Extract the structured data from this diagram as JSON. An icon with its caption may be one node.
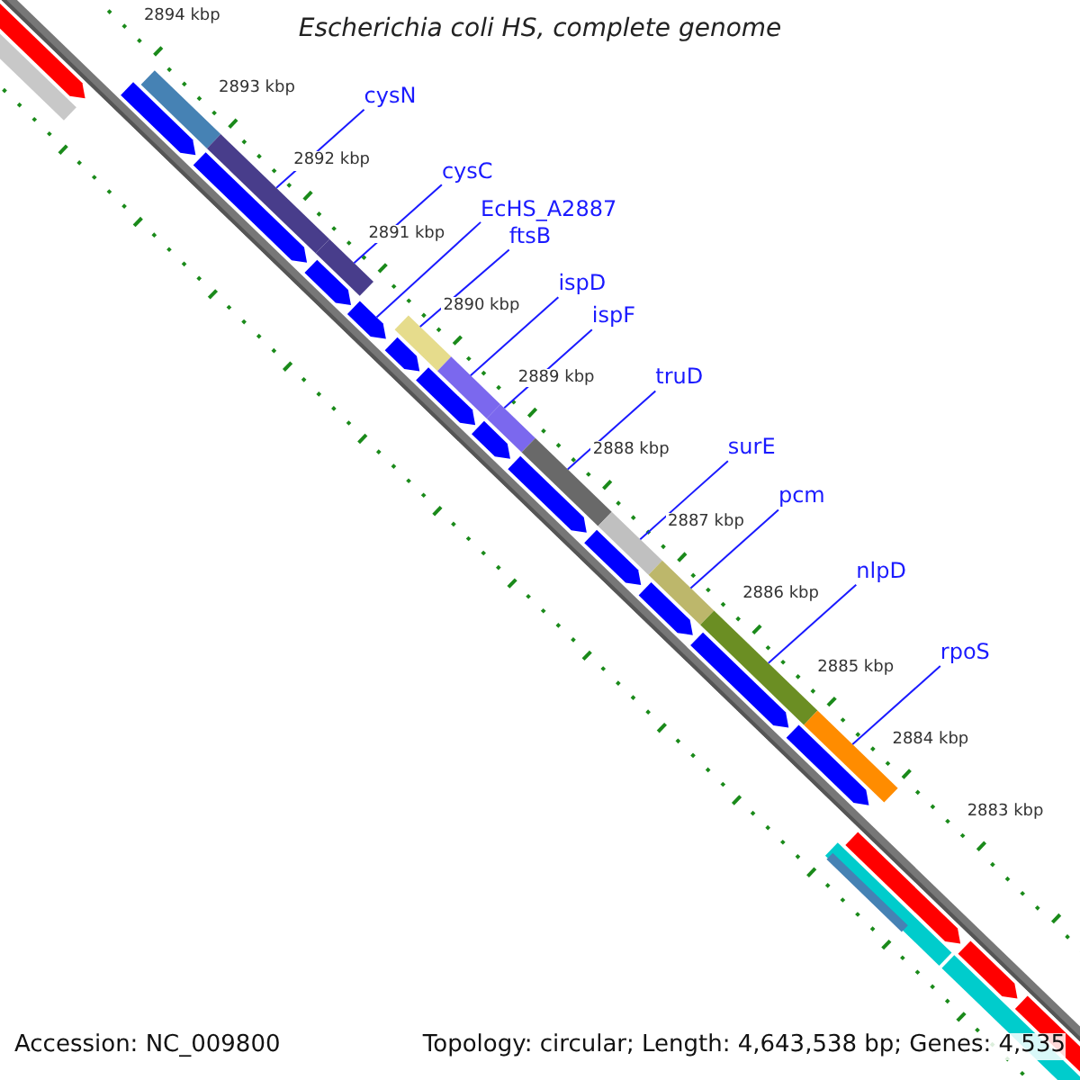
{
  "diagram": {
    "title": "Escherichia coli HS, complete genome",
    "nodes": [
      {
        "text": [
          "cysN"
        ]
      },
      {
        "text": [
          "cysC"
        ]
      },
      {
        "text": [
          "EcHS_A2887"
        ]
      },
      {
        "text": [
          "ftsB"
        ]
      },
      {
        "text": [
          "ispD"
        ]
      },
      {
        "text": [
          "ispF"
        ]
      },
      {
        "text": [
          "truD"
        ]
      },
      {
        "text": [
          "surE"
        ]
      },
      {
        "text": [
          "pcm"
        ]
      },
      {
        "text": [
          "nlpD"
        ]
      },
      {
        "text": [
          "rpoS"
        ]
      },
      {
        "text": [],
        "shape": "bar"
      },
      {
        "text": [],
        "shape": "bar"
      },
      {
        "text": [],
        "shape": "bar"
      },
      {
        "text": [],
        "shape": "bar"
      },
      {
        "text": [],
        "shape": "bar"
      },
      {
        "text": [],
        "shape": "bar"
      },
      {
        "text": [],
        "shape": "bar"
      },
      {
        "text": [],
        "shape": "bar"
      },
      {
        "text": [],
        "shape": "bar"
      },
      {
        "text": [],
        "shape": "bar"
      },
      {
        "text": [],
        "shape": "bar"
      }
    ],
    "edges": [
      {
        "from": 0,
        "to": 11,
        "arrow": "none"
      },
      {
        "from": 1,
        "to": 12,
        "arrow": "none"
      },
      {
        "from": 2,
        "to": 13,
        "arrow": "none"
      },
      {
        "from": 3,
        "to": 14,
        "arrow": "none"
      },
      {
        "from": 4,
        "to": 15,
        "arrow": "none"
      },
      {
        "from": 5,
        "to": 16,
        "arrow": "none"
      },
      {
        "from": 6,
        "to": 17,
        "arrow": "none"
      },
      {
        "from": 7,
        "to": 18,
        "arrow": "none"
      },
      {
        "from": 8,
        "to": 19,
        "arrow": "none"
      },
      {
        "from": 9,
        "to": 20,
        "arrow": "none"
      },
      {
        "from": 10,
        "to": 21,
        "arrow": "none"
      }
    ],
    "labels": [
      "2894 kbp",
      "2893 kbp",
      "2892 kbp",
      "2891 kbp",
      "2890 kbp",
      "2889 kbp",
      "2888 kbp",
      "2887 kbp",
      "2886 kbp",
      "2885 kbp",
      "2884 kbp",
      "2883 kbp",
      "Accession: NC_009800",
      "Topology: circular; Length: 4,643,538 bp; Genes: 4,535"
    ]
  }
}
